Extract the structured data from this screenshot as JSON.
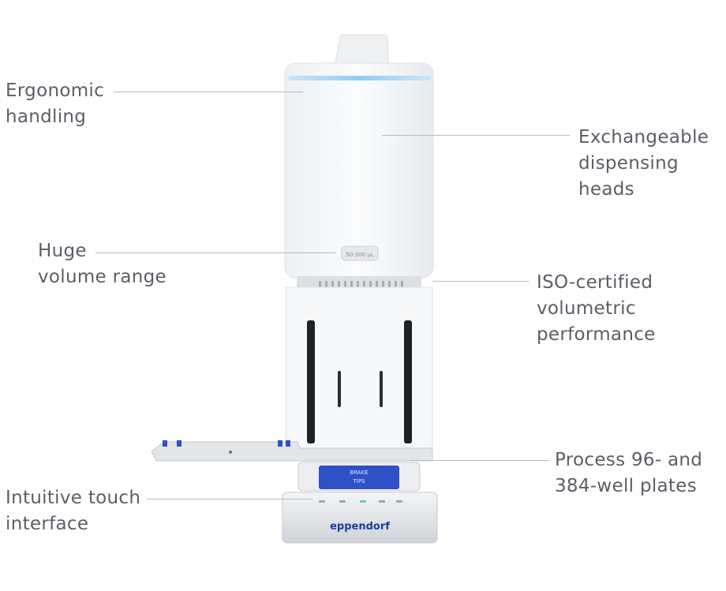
{
  "callouts": {
    "ergonomic": {
      "line1": "Ergonomic",
      "line2": "handling"
    },
    "exchangeable": {
      "line1": "Exchangeable",
      "line2": "dispensing",
      "line3": "heads"
    },
    "volume": {
      "line1": "Huge",
      "line2": "volume range"
    },
    "iso": {
      "line1": "ISO-certified",
      "line2": "volumetric",
      "line3": "performance"
    },
    "plates": {
      "line1": "Process 96- and",
      "line2": "384-well plates"
    },
    "touch": {
      "line1": "Intuitive touch",
      "line2": "interface"
    }
  },
  "device": {
    "brand": "eppendorf",
    "volume_badge": "50-300 µL",
    "tray_label_top": "BRAKE",
    "tray_label_bottom": "TIPS"
  },
  "colors": {
    "accent_light": "#9fd3f5",
    "tray_blue": "#3050c8",
    "brand_blue": "#1f3d9a",
    "label_text": "#5a5f66"
  }
}
